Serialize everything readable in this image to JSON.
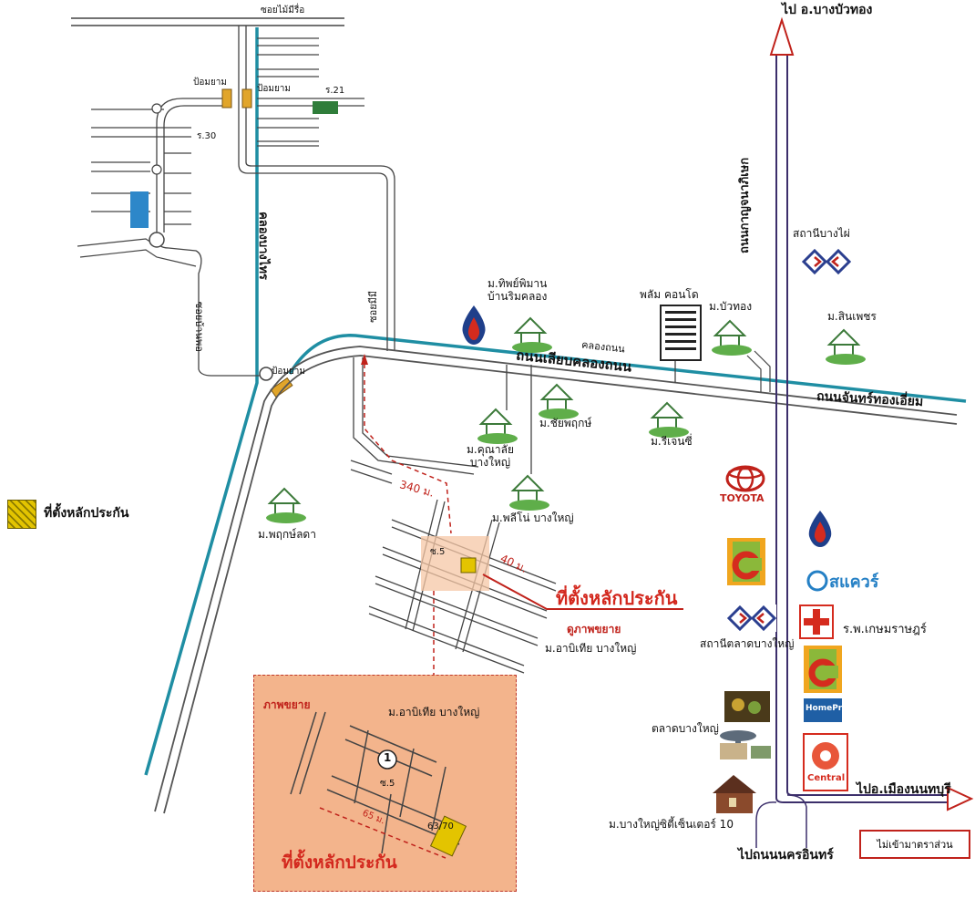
{
  "roads": {
    "soi_top": "ซอยไม้มีรื่อ",
    "bangbuathong_dest": "ไป อ.บางบัวทอง",
    "kanchanaphisek": "ถนนกาญจนาภิเษก",
    "khlong_bang_phai": "คลองบางไทร",
    "soi_ban_yam": "ซอยมีมี",
    "soi_left": "ซอยบ้านพอ",
    "liap_khlong": "ถนนเลียบคลองถนน",
    "khlong_thanon": "คลองถนน",
    "chan_thong": "ถนนจันทร์ทองเอี่ยม",
    "to_nonthaburi": "ไปอ.เมืองนนทบุรี",
    "to_nakhon_in": "ไปถนนนครอินทร์",
    "r21": "ร.21",
    "r30": "ร.30",
    "soi5": "ซ.5",
    "bridge1": "ป้อมยาม",
    "bridge2": "ป้อมยาม",
    "bridge3": "ป้อมยาม"
  },
  "places": {
    "thip_phiman": "ม.ทิพย์พิมาน\nบ้านริมคลอง",
    "plum_condo": "พลัม คอนโด",
    "bua_thong": "ม.บัวทอง",
    "bang_phai_station": "สถานีบางไผ่",
    "sin_phet": "ม.สินเพชร",
    "chai_phruek": "ม.ชัยพฤกษ์",
    "khun_alai": "ม.คุณาลัย\nบางใหญ่",
    "regency": "ม.รีเจนซี่",
    "pleno": "ม.พลีโน่ บางใหญ่",
    "phruklada": "ม.พฤกษ์ลดา",
    "station_talat": "สถานีตลาดบางใหญ่",
    "kasemrad": "ร.พ.เกษมราษฎร์",
    "talat_bangyai": "ตลาดบางใหญ่",
    "bangyai_city": "ม.บางใหญ่ซิตี้เซ็นเตอร์ 10",
    "abitia": "ม.อาบิเทีย บางใหญ่"
  },
  "collateral": {
    "legend": "ที่ตั้งหลักประกัน",
    "main_label": "ที่ตั้งหลักประกัน",
    "enlarge_link": "ดูภาพขยาย",
    "dist_340": "340 ม.",
    "dist_40": "40 ม.",
    "dist_65": "65 ม.",
    "plot_no": "63/70",
    "marker": "1"
  },
  "inset": {
    "title": "ภาพขยาย",
    "village": "ม.อาบิเทีย บางใหญ่",
    "soi": "ซ.5",
    "label": "ที่ตั้งหลักประกัน"
  },
  "brands": {
    "toyota": "TOYOTA",
    "square": "สแควร์",
    "homepro": "HomePro",
    "central": "Central",
    "bigc": "C"
  },
  "misc": {
    "no_entry": "ไม่เข้ามาตราส่วน"
  },
  "colors": {
    "canal": "#1f8ea3",
    "road": "#444444",
    "highway": "#3c2f6b",
    "red": "#c0221b",
    "house": "#3c7a3a"
  }
}
